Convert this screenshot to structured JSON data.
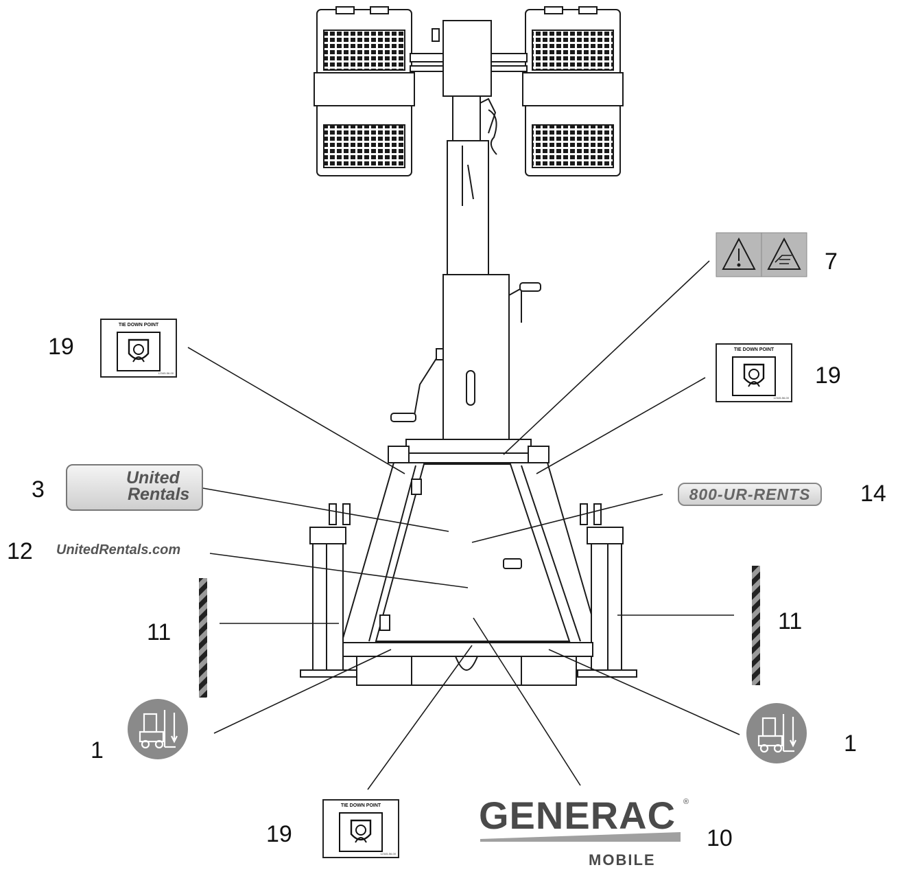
{
  "callouts": {
    "c7": "7",
    "c19_left": "19",
    "c19_right": "19",
    "c19_bottom": "19",
    "c3": "3",
    "c14": "14",
    "c12": "12",
    "c11_left": "11",
    "c11_right": "11",
    "c1_left": "1",
    "c1_right": "1",
    "c10": "10"
  },
  "decals": {
    "tie_down_title": "TIE DOWN POINT",
    "tie_down_part": "12345-56-00",
    "united_rentals_line1": "United",
    "united_rentals_line2": "Rentals",
    "phone": "800-UR-RENTS",
    "website": "UnitedRentals.com",
    "generac_brand": "GENERAC",
    "generac_sub": "MOBILE",
    "registered_mark": "®"
  },
  "colors": {
    "ink": "#1a1a1a",
    "decal_gray": "#8a8a8a",
    "light_gray": "#b8b8b8"
  },
  "icons": [
    "warning-triangle-icon",
    "hand-crush-icon",
    "tie-down-icon",
    "forklift-icon",
    "hazard-stripe"
  ]
}
